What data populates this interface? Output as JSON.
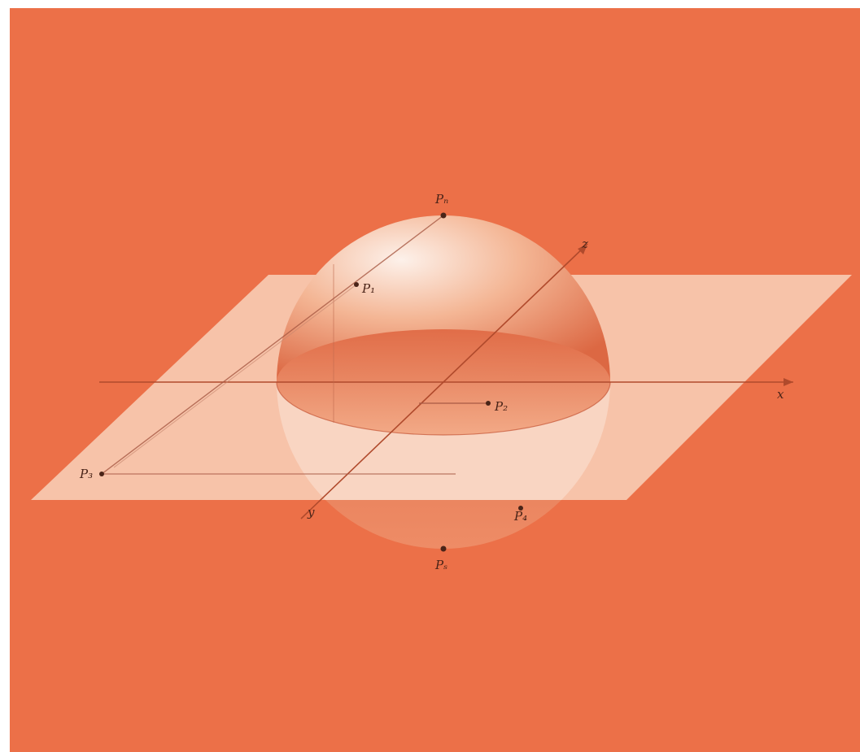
{
  "colors": {
    "background": "#EC7048",
    "plane": "#F7C9B0",
    "sphere_light": "#FBE6DA",
    "sphere_dark": "#D9653F",
    "axis": "#B04A2C"
  },
  "labels": {
    "north_pole": "Pₙ",
    "south_pole": "Pₛ",
    "point_upper": "P₁",
    "point_center": "P₂",
    "point_left": "P₃",
    "point_bottom": "P₄",
    "axis_z": "z",
    "axis_x": "x",
    "axis_y": "y"
  }
}
